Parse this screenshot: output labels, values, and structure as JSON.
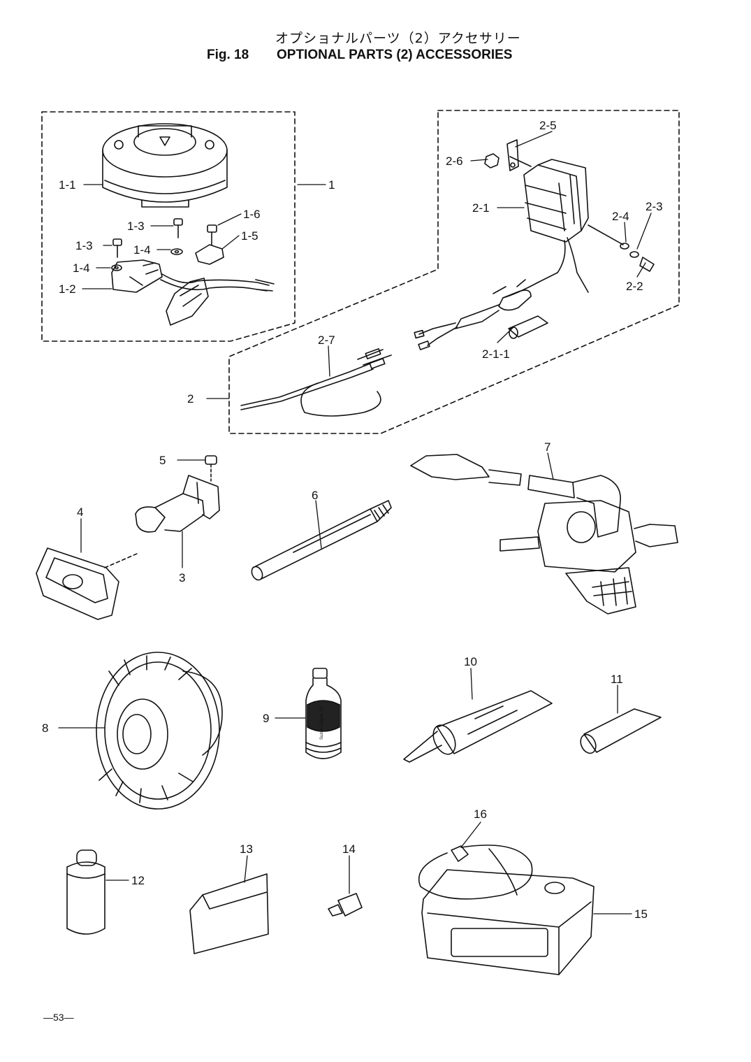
{
  "header": {
    "title_jp": "オプショナルパーツ（2）アクセサリー",
    "fig_label": "Fig. 18",
    "title_en": "OPTIONAL PARTS (2) ACCESSORIES"
  },
  "labels": {
    "p1": "1",
    "p1_1": "1-1",
    "p1_2": "1-2",
    "p1_3a": "1-3",
    "p1_3b": "1-3",
    "p1_4a": "1-4",
    "p1_4b": "1-4",
    "p1_5": "1-5",
    "p1_6": "1-6",
    "p2": "2",
    "p2_1": "2-1",
    "p2_1_1": "2-1-1",
    "p2_2": "2-2",
    "p2_3": "2-3",
    "p2_4": "2-4",
    "p2_5": "2-5",
    "p2_6": "2-6",
    "p2_7": "2-7",
    "p3": "3",
    "p4": "4",
    "p5": "5",
    "p6": "6",
    "p7": "7",
    "p8": "8",
    "p9": "9",
    "p10": "10",
    "p11": "11",
    "p12": "12",
    "p13": "13",
    "p14": "14",
    "p15": "15",
    "p16": "16"
  },
  "bottle_label": "Suzuki Engine Oil",
  "page_number": "—53—"
}
